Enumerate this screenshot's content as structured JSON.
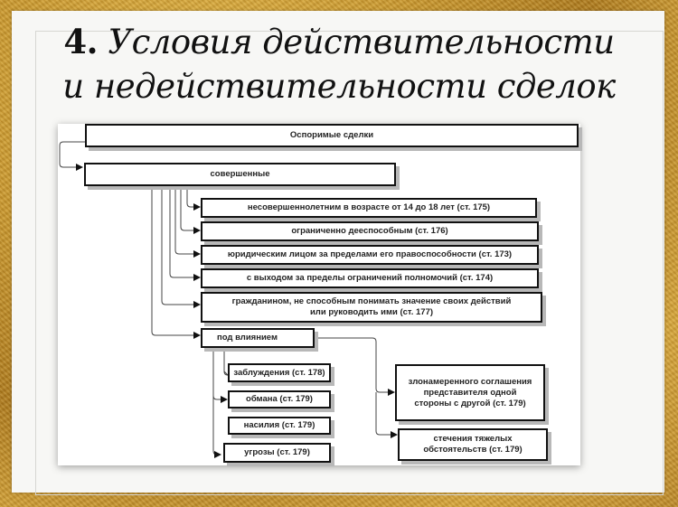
{
  "slide": {
    "title_number": "4.",
    "title_text": "Условия действительности и недействительности сделок"
  },
  "diagram": {
    "root": "Оспоримые сделки",
    "level1": "совершенные",
    "level2": [
      "несовершеннолетним в возрасте от 14 до 18 лет (ст. 175)",
      "ограниченно  дееспособным  (ст. 176)",
      "юридическим лицом за пределами его правоспособности (ст. 173)",
      "с выходом за пределы ограничений полномочий (ст. 174)",
      "гражданином, не способным понимать значение своих действий или руководить ими (ст. 177)"
    ],
    "influence": "под влиянием",
    "influence_left": [
      "заблуждения (ст. 178)",
      "обмана (ст. 179)",
      "насилия (ст. 179)",
      "угрозы (ст. 179)"
    ],
    "influence_right": [
      "злонамеренного соглашения представителя одной стороны с другой  (ст. 179)",
      "стечения тяжелых обстоятельств  (ст. 179)"
    ]
  },
  "colors": {
    "frame_gold": "#c6952e",
    "slide_bg": "#f7f7f5",
    "box_border": "#111111",
    "box_shadow": "#b8b8b8"
  }
}
